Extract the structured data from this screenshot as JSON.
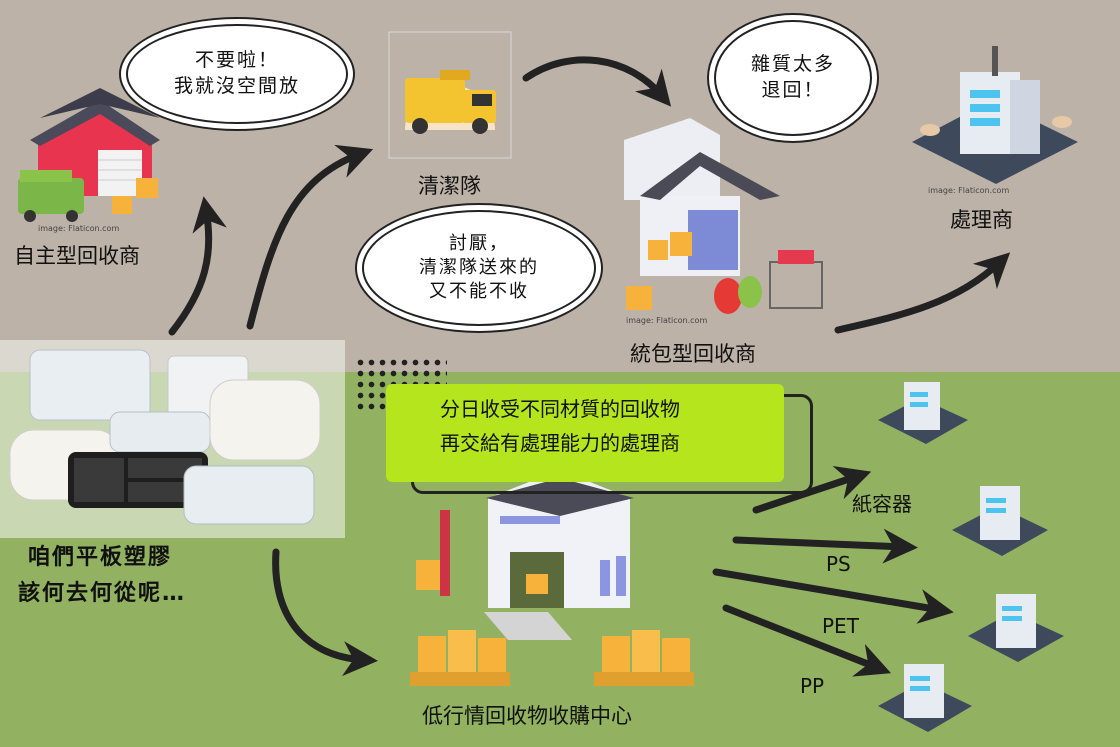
{
  "nodes": {
    "independent_recycler": "自主型回收商",
    "cleaning_team": "清潔隊",
    "contract_recycler": "統包型回收商",
    "processor": "處理商",
    "low_price_center": "低行情回收物收購中心"
  },
  "bubbles": {
    "independent": [
      "不要啦！",
      "我就沒空間放"
    ],
    "processor": [
      "雜質太多",
      "退回！"
    ],
    "contract": [
      "討厭，",
      "清潔隊送來的",
      "又不能不收"
    ]
  },
  "callout": [
    "分日收受不同材質的回收物",
    "再交給有處理能力的處理商"
  ],
  "question": [
    "咱們平板塑膠",
    "該何去何從呢…"
  ],
  "materials": [
    "紙容器",
    "PS",
    "PET",
    "PP"
  ],
  "credit": "image: Flaticon.com",
  "colors": {
    "top_bg": "#bdb2a8",
    "bottom_bg": "#92b262",
    "callout": "#b5e61d"
  }
}
